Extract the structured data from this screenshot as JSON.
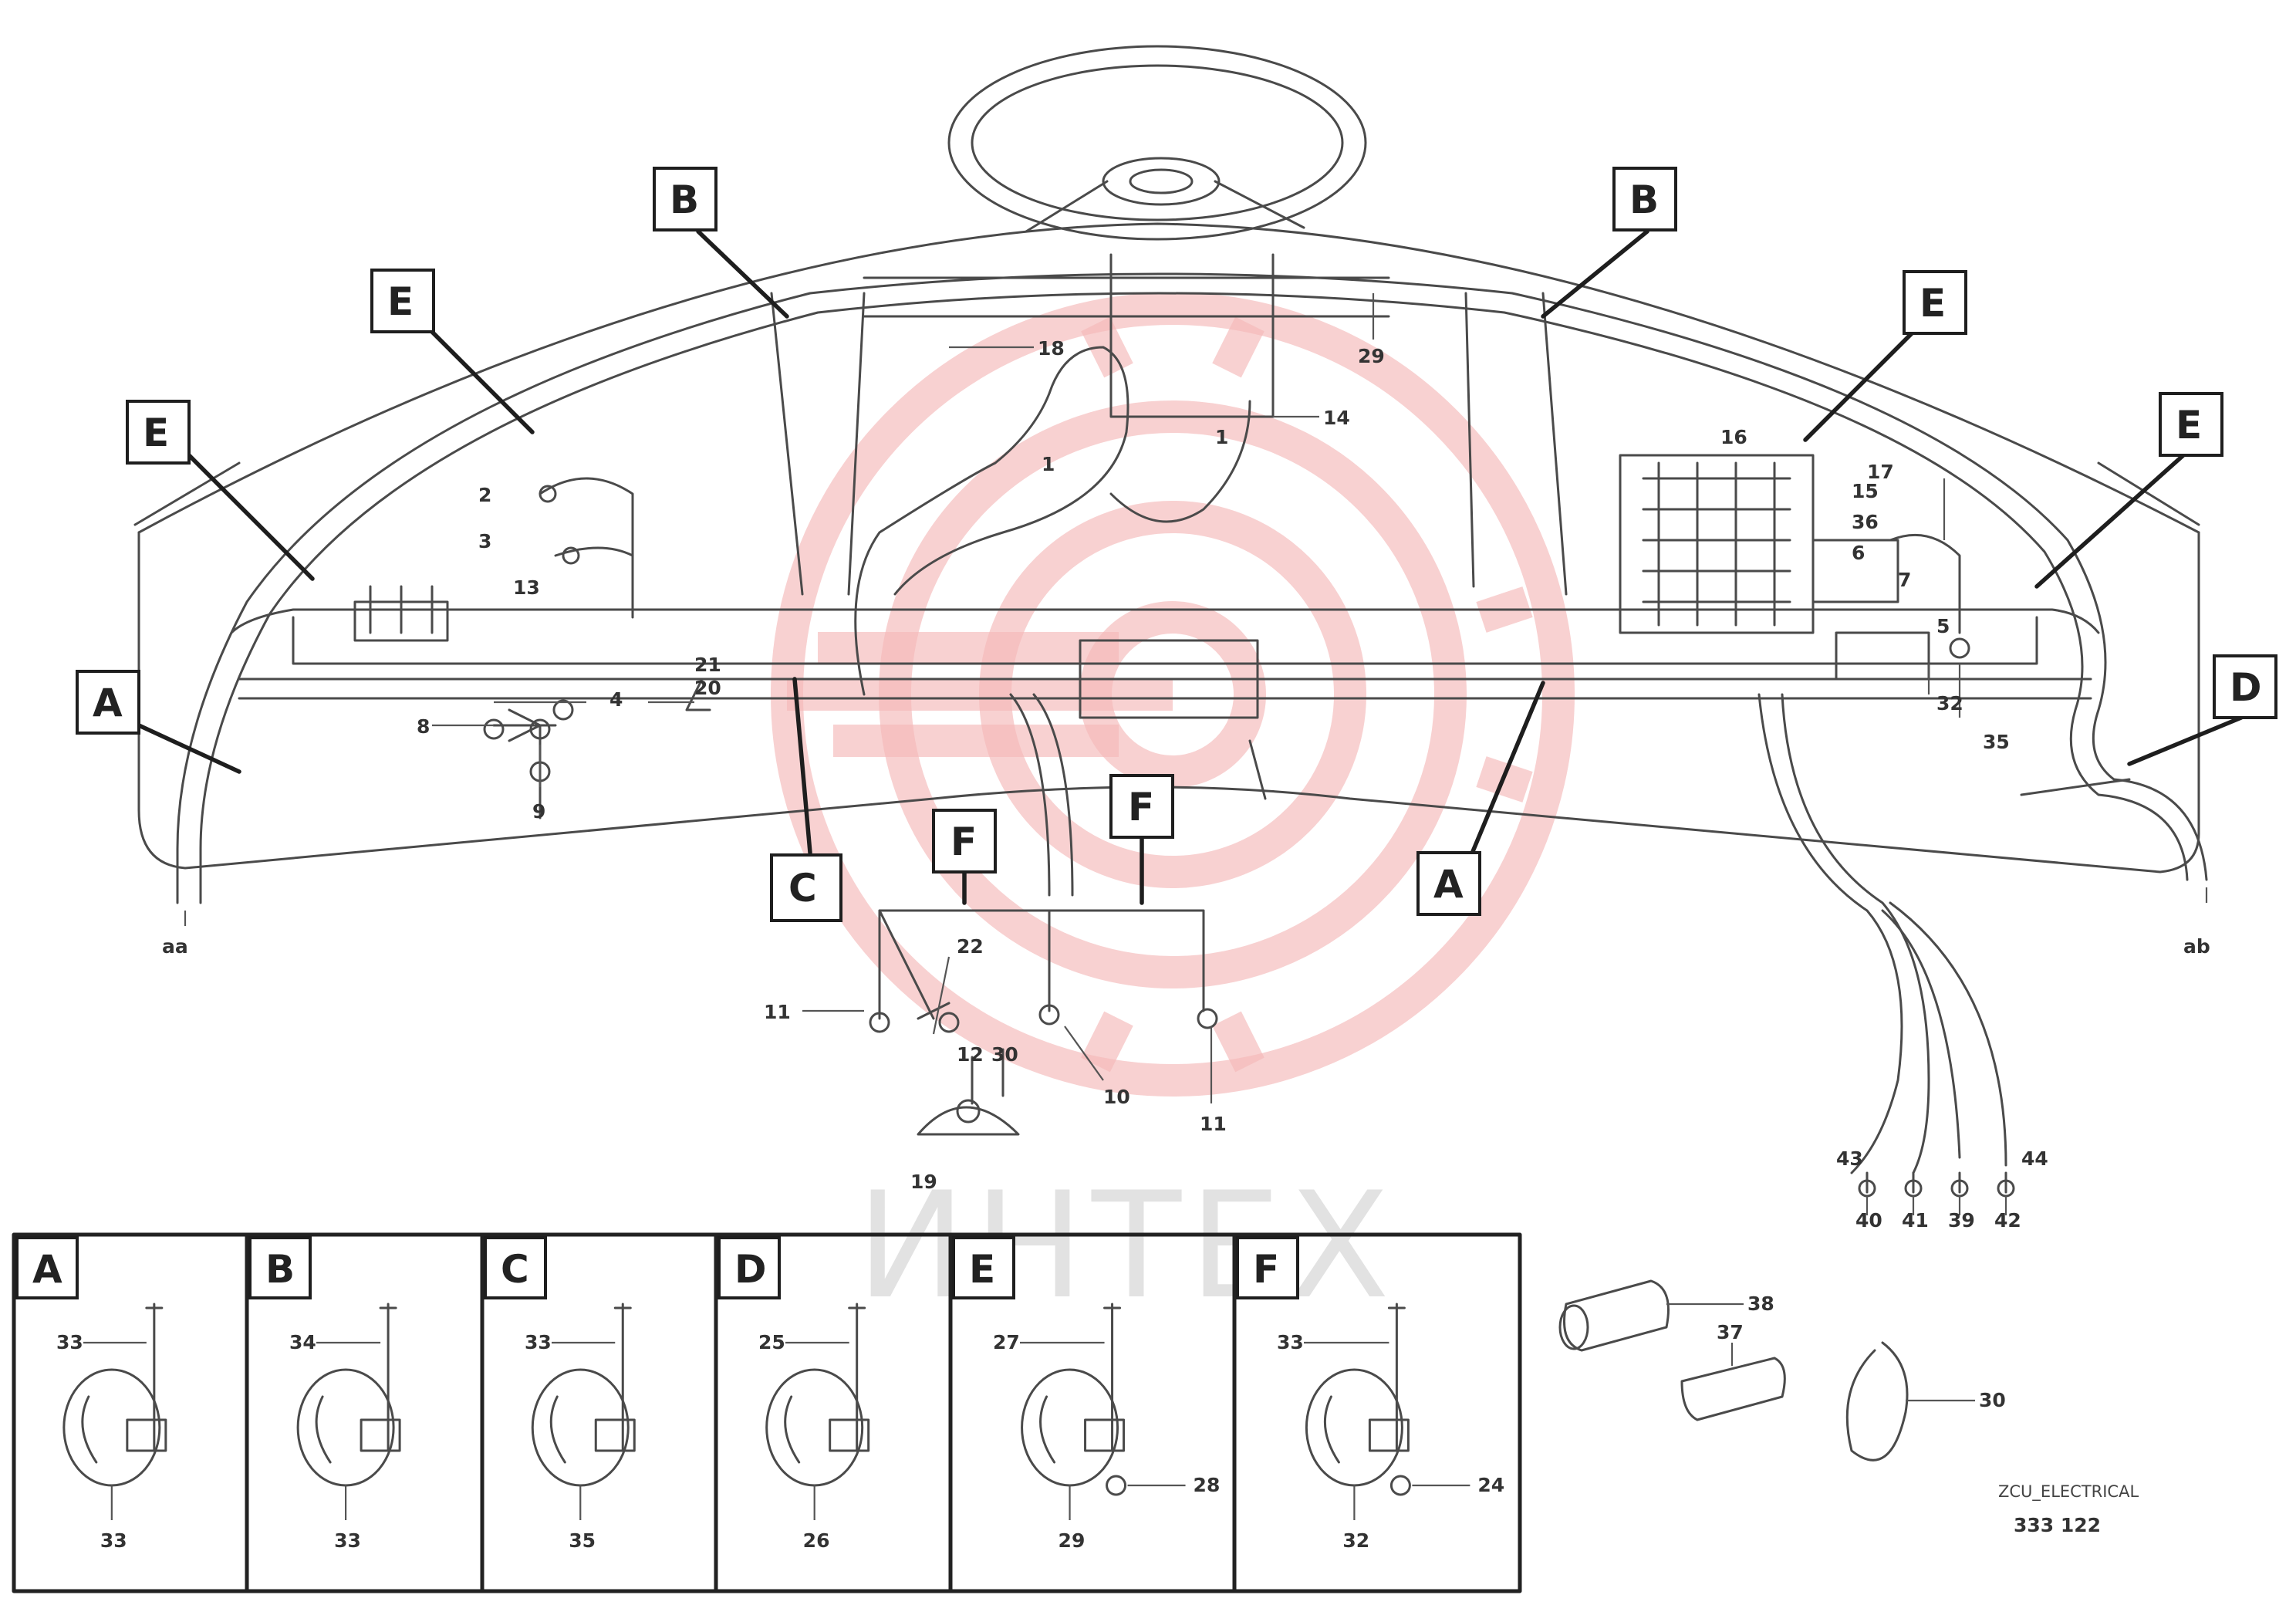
{
  "callouts": {
    "B_left": "B",
    "B_right": "B",
    "E_upper_left": "E",
    "E_left": "E",
    "E_upper_right": "E",
    "E_right": "E",
    "A_left": "A",
    "A_center": "A",
    "C_center": "C",
    "D_right": "D",
    "F_left": "F",
    "F_center": "F"
  },
  "part_numbers": {
    "n18": "18",
    "n14": "14",
    "n29": "29",
    "n1_left": "1",
    "n1_right": "1",
    "n2": "2",
    "n3": "3",
    "n4": "4",
    "n8": "8",
    "n9": "9",
    "n13": "13",
    "n21": "21",
    "n20": "20",
    "n22": "22",
    "n11_left": "11",
    "n12": "12",
    "n10": "10",
    "n11_bottom": "11",
    "n19": "19",
    "n30": "30",
    "n16": "16",
    "n15": "15",
    "n36": "36",
    "n32": "32",
    "n35": "35",
    "n6": "6",
    "n7": "7",
    "n5": "5",
    "n17": "17",
    "n40": "40",
    "n41": "41",
    "n39": "39",
    "n42": "42",
    "n43": "43",
    "n44": "44",
    "lbl_aa": "aa",
    "lbl_ab": "ab"
  },
  "detail_panels": [
    {
      "label": "A",
      "top": "33",
      "bottom": "33"
    },
    {
      "label": "B",
      "top": "34",
      "bottom": "33"
    },
    {
      "label": "C",
      "top": "33",
      "bottom": "35"
    },
    {
      "label": "D",
      "top": "25",
      "bottom": "26"
    },
    {
      "label": "E",
      "top": "27",
      "side": "28",
      "bottom": "29"
    },
    {
      "label": "F",
      "top": "33",
      "side": "24",
      "bottom": "32"
    }
  ],
  "loose_parts": {
    "p38": "38",
    "p37": "37",
    "p30": "30"
  },
  "footer": {
    "ref_line": "ZCU_ELECTRICAL",
    "ref_code": "333 122"
  },
  "watermark": {
    "text": "ИНТЕХ"
  },
  "colors": {
    "line": "#4a4a4a",
    "callout_border": "#1e1e1e",
    "watermark_red": "#f4b8b8",
    "watermark_gray": "#dcdcdc"
  }
}
